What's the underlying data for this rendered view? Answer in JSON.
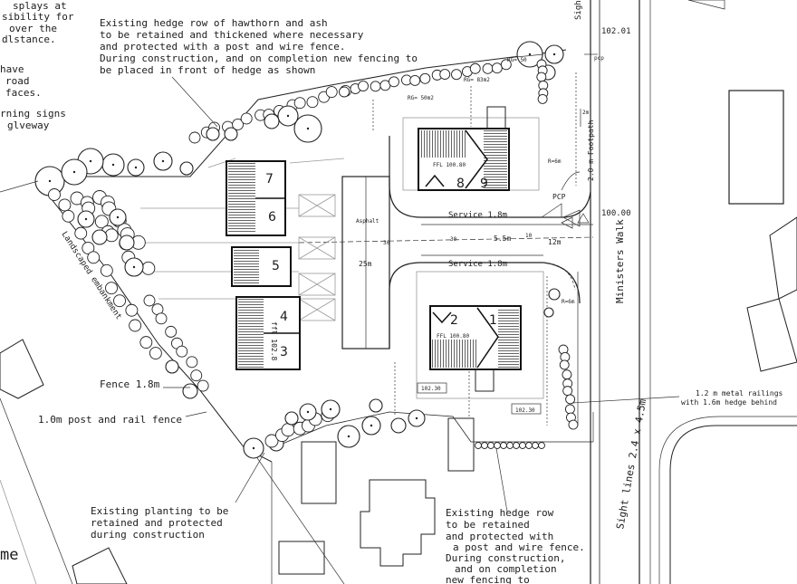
{
  "left_notes": {
    "line1": "splays at",
    "line2": "sibility for",
    "line3": "over the",
    "line4": "dlstance.",
    "line5": "have",
    "line6": "road",
    "line7": "faces.",
    "line8": "rning signs",
    "line9": "glveway"
  },
  "annotations": {
    "hedge_top": [
      "Existing hedge row of hawthorn and ash",
      "to be retained and thickened where necessary",
      "and protected with a post and wire fence.",
      "During construction, and on completion new fencing to",
      "be placed in front of hedge as shown"
    ],
    "fence": "Fence 1.8m",
    "post_rail": "1.0m post and rail fence",
    "planting": [
      "Existing planting to be",
      "retained and protected",
      "during construction"
    ],
    "hedge_bottom": [
      "Existing hedge row",
      "to be retained",
      "and protected with",
      "a post and wire fence.",
      "During construction,",
      "and on completion",
      "new fencing to"
    ],
    "railings": [
      "1.2 m metal railings",
      "with 1.6m hedge behind"
    ],
    "landscaped": "Landscaped embankment",
    "sight_lines_top": "Sight",
    "sight_lines_bottom": "Sight lines 2.4 x 4.5m",
    "ministers_walk": "Ministers Walk",
    "footpath": "2.0 m Footpath",
    "bottom_left": "me"
  },
  "labels": {
    "level_102_01": "102.01",
    "level_100_00": "100.00",
    "level_102_30_a": "102.30",
    "level_102_30_b": "102.30",
    "service_top": "Service 1.8m",
    "service_bottom": "Service 1.8m",
    "width_5_5": "5.5m",
    "width_12": "12m",
    "length_25": "25m",
    "asphalt": "Asphalt",
    "pcp": "PCP",
    "pcp_small": "pcp",
    "r6_top": "R=6m",
    "r6_bottom": "R=6m",
    "two_m": "2m",
    "rg_50": "RG= 50m2",
    "rg_83": "RG= 83m2",
    "rg_50_2": "RG= 50",
    "ffl_top": "FFL 100.80",
    "ffl_bottom": "FFL 100.80",
    "ffl_left": "ffl 102.8",
    "dim_30a": "30",
    "dim_30b": "30",
    "dim_10": "10"
  },
  "units": {
    "u1": "1",
    "u2": "2",
    "u3": "3",
    "u4": "4",
    "u5": "5",
    "u6": "6",
    "u7": "7",
    "u8": "8",
    "u9": "9"
  },
  "colors": {
    "ink": "#1c1c1c",
    "paper": "#ffffff",
    "hatch": "#222222"
  }
}
